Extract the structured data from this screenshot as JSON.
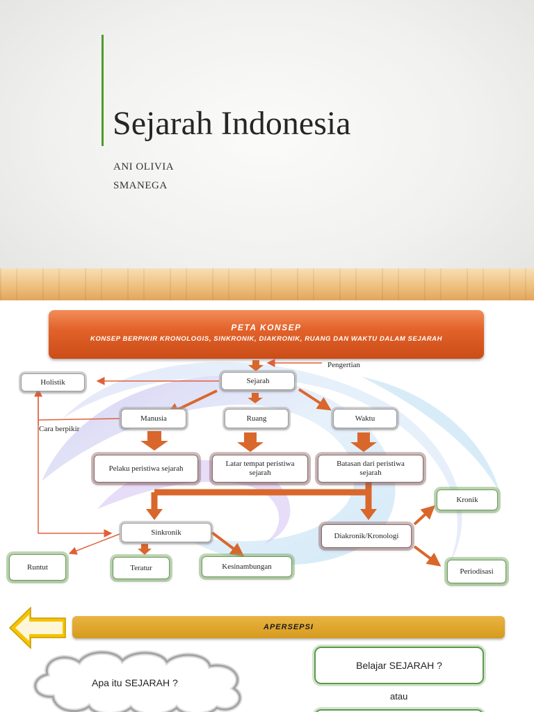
{
  "title_slide": {
    "title": "Sejarah Indonesia",
    "author": "ANI OLIVIA",
    "school": "SMANEGA"
  },
  "concept_map": {
    "header_line1": "PETA KONSEP",
    "header_line2": "KONSEP BERPIKIR KRONOLOGIS, SINKRONIK, DIAKRONIK, RUANG DAN WAKTU DALAM SEJARAH",
    "pengertian": "Pengertian",
    "cara_berpikir": "Cara berpikir",
    "nodes": {
      "sejarah": "Sejarah",
      "holistik": "Holistik",
      "manusia": "Manusia",
      "ruang": "Ruang",
      "waktu": "Waktu",
      "pelaku": "Pelaku peristiwa sejarah",
      "latar_line1": "Latar tempat peristiwa",
      "latar_line2": "sejarah",
      "batasan_line1": "Batasan dari peristiwa",
      "batasan_line2": "sejarah",
      "kronik": "Kronik",
      "sinkronik": "Sinkronik",
      "diakronik": "Diakronik/Kronologi",
      "runtut": "Runtut",
      "teratur": "Teratur",
      "kesinambungan": "Kesinambungan",
      "periodisasi": "Periodisasi"
    },
    "colors": {
      "header": "#e2622a",
      "arrow": "#d9672c",
      "thin_arrow": "#e0603a"
    }
  },
  "apersepsi": {
    "bar_label": "APERSEPSI",
    "cloud_text": "Apa itu SEJARAH ?",
    "question": "Belajar SEJARAH ?",
    "atau": "atau",
    "icons": [
      "back-arrow-icon"
    ],
    "colors": {
      "bar": "#d79a1e",
      "arrow": "#f5c400"
    }
  }
}
